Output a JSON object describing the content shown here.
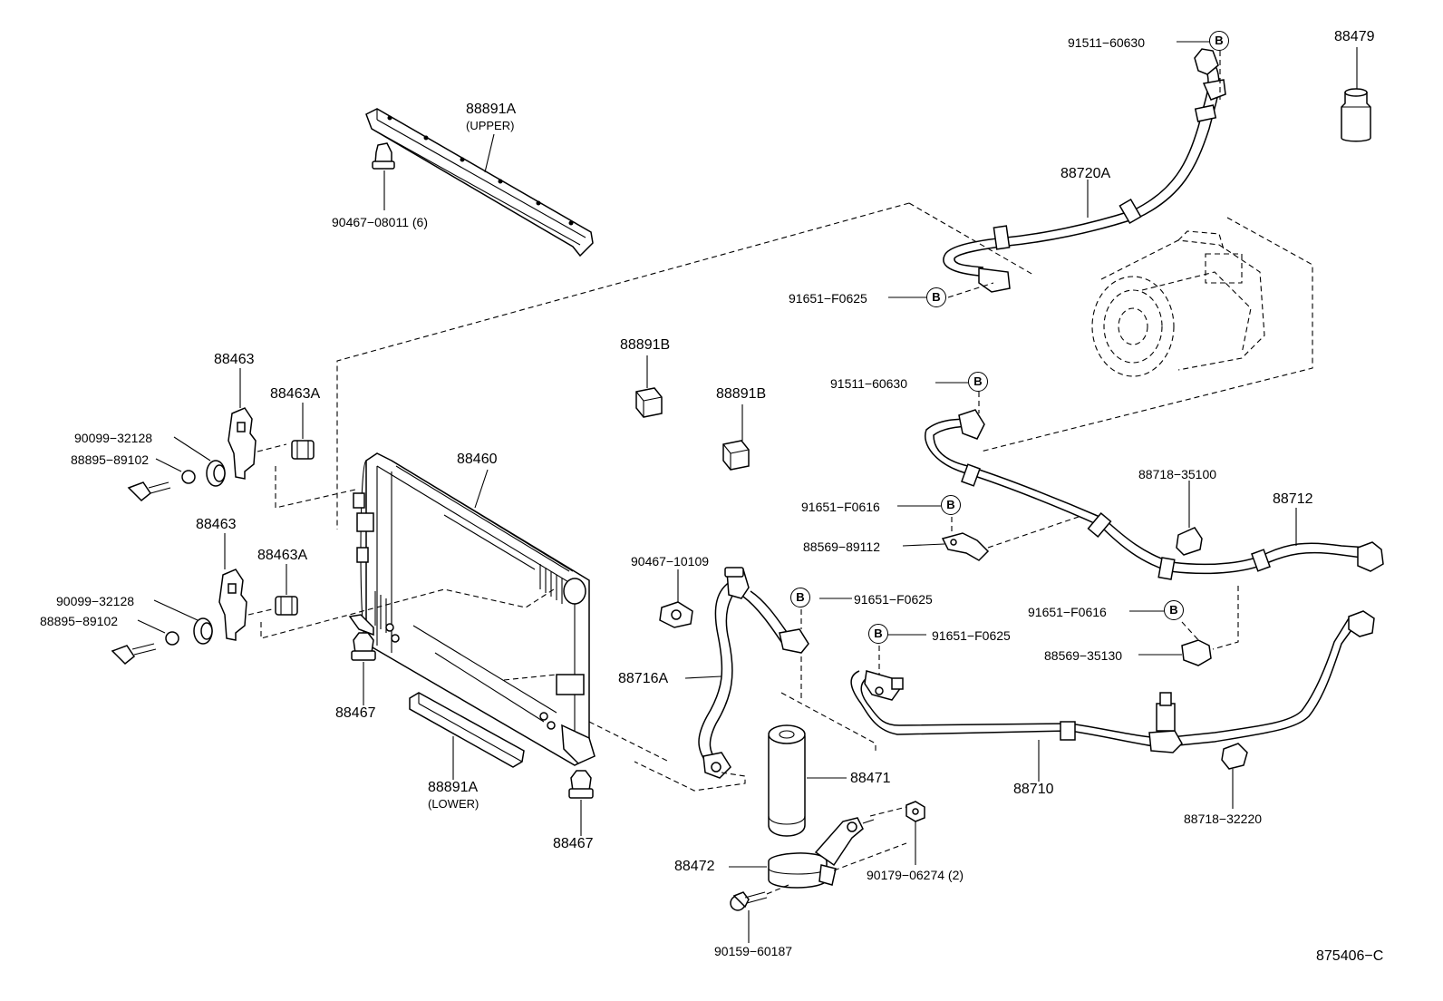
{
  "labels": {
    "l_88891a_upper": "88891A",
    "l_upper": "(UPPER)",
    "l_90467_08011": "90467−08011 (6)",
    "l_91511_top": "91511−60630",
    "l_88479": "88479",
    "l_88720a": "88720A",
    "l_91651_f0625_top": "91651−F0625",
    "l_88463_a": "88463",
    "l_88463a_a": "88463A",
    "l_90099_a": "90099−32128",
    "l_88895_a": "88895−89102",
    "l_88463_b": "88463",
    "l_88463a_b": "88463A",
    "l_90099_b": "90099−32128",
    "l_88895_b": "88895−89102",
    "l_88460": "88460",
    "l_88891b_1": "88891B",
    "l_88891b_2": "88891B",
    "l_91511_mid": "91511−60630",
    "l_88718_35100": "88718−35100",
    "l_88712": "88712",
    "l_91651_f0616_a": "91651−F0616",
    "l_88569_89112": "88569−89112",
    "l_90467_10109": "90467−10109",
    "l_91651_f0625_b": "91651−F0625",
    "l_91651_f0616_b": "91651−F0616",
    "l_91651_f0625_c": "91651−F0625",
    "l_88569_35130": "88569−35130",
    "l_88716a": "88716A",
    "l_88467_a": "88467",
    "l_88467_b": "88467",
    "l_88891a_lower": "88891A",
    "l_lower": "(LOWER)",
    "l_88471": "88471",
    "l_88710": "88710",
    "l_88718_32220": "88718−32220",
    "l_88472": "88472",
    "l_90179": "90179−06274 (2)",
    "l_90159": "90159−60187",
    "l_figno": "875406−C"
  },
  "callout_letter": "B"
}
